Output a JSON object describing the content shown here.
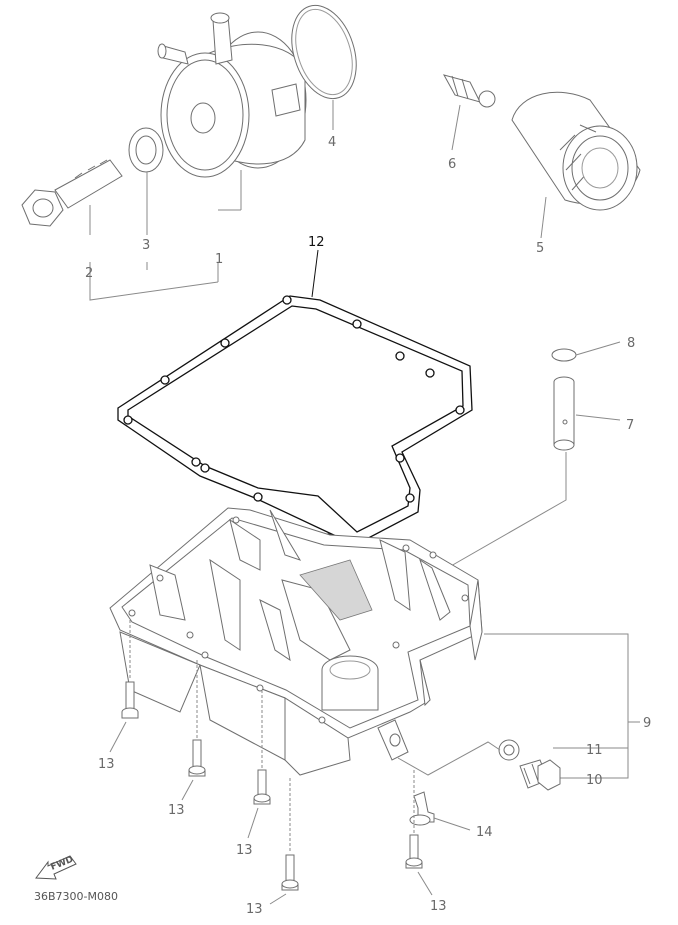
{
  "callouts": {
    "c1": "1",
    "c2": "2",
    "c3": "3",
    "c4": "4",
    "c5": "5",
    "c6": "6",
    "c7": "7",
    "c8": "8",
    "c9": "9",
    "c10": "10",
    "c11": "11",
    "c12": "12",
    "c13a": "13",
    "c13b": "13",
    "c13c": "13",
    "c13d": "13",
    "c13e": "13",
    "c14": "14"
  },
  "forward_badge": "FWD",
  "diagram_code": "36B7300-M080",
  "colors": {
    "line": "#6f6f6f",
    "highlight_line": "#111111",
    "label": "#6a6a6a"
  }
}
